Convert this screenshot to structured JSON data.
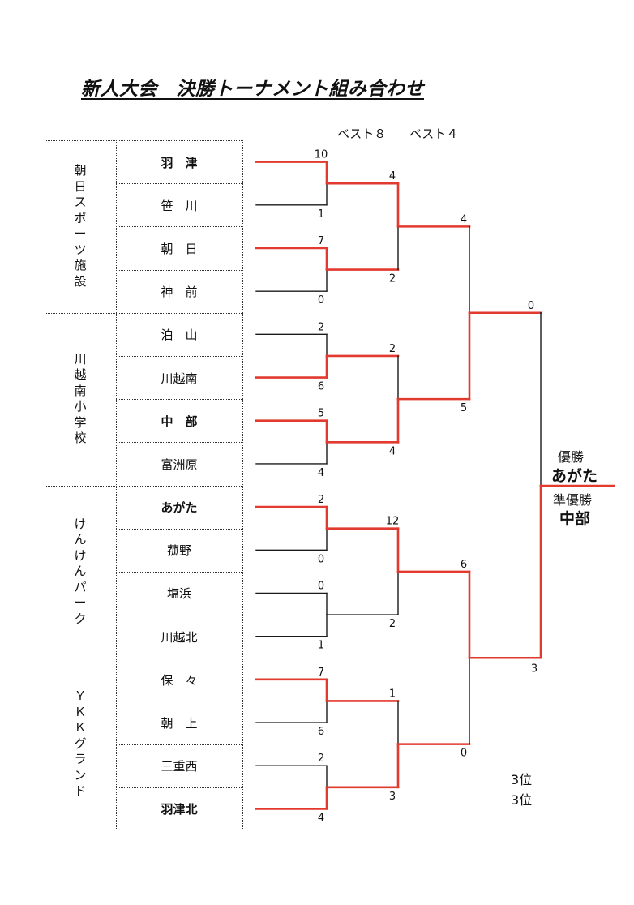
{
  "title": "新人大会　決勝トーナメント組み合わせ",
  "round_headers": {
    "best8": "ベスト８",
    "best4": "ベスト４"
  },
  "venues": [
    {
      "name": "朝日スポーツ施設"
    },
    {
      "name": "川越南小学校"
    },
    {
      "name": "けんけんパーク"
    },
    {
      "name": "ＹＫＫグランド"
    }
  ],
  "teams": [
    {
      "name": "羽　津",
      "winner": true
    },
    {
      "name": "笹　川",
      "winner": false
    },
    {
      "name": "朝　日",
      "winner": false
    },
    {
      "name": "神　前",
      "winner": false
    },
    {
      "name": "泊　山",
      "winner": false
    },
    {
      "name": "川越南",
      "winner": false
    },
    {
      "name": "中　部",
      "winner": true
    },
    {
      "name": "富洲原",
      "winner": false
    },
    {
      "name": "あがた",
      "winner": true
    },
    {
      "name": "菰野",
      "winner": false
    },
    {
      "name": "塩浜",
      "winner": false
    },
    {
      "name": "川越北",
      "winner": false
    },
    {
      "name": "保　々",
      "winner": false
    },
    {
      "name": "朝　上",
      "winner": false
    },
    {
      "name": "三重西",
      "winner": false
    },
    {
      "name": "羽津北",
      "winner": true
    }
  ],
  "round1": [
    {
      "top_score": "10",
      "bottom_score": "1",
      "winner": "top"
    },
    {
      "top_score": "7",
      "bottom_score": "0",
      "winner": "top"
    },
    {
      "top_score": "2",
      "bottom_score": "6",
      "winner": "bottom"
    },
    {
      "top_score": "5",
      "bottom_score": "4",
      "winner": "top"
    },
    {
      "top_score": "2",
      "bottom_score": "0",
      "winner": "top"
    },
    {
      "top_score": "0",
      "bottom_score": "1",
      "winner": "none"
    },
    {
      "top_score": "7",
      "bottom_score": "6",
      "winner": "top"
    },
    {
      "top_score": "2",
      "bottom_score": "4",
      "winner": "bottom"
    }
  ],
  "quarterfinals": [
    {
      "top_score": "4",
      "bottom_score": "2",
      "winner": "top"
    },
    {
      "top_score": "2",
      "bottom_score": "4",
      "winner": "bottom"
    },
    {
      "top_score": "12",
      "bottom_score": "2",
      "winner": "top"
    },
    {
      "top_score": "1",
      "bottom_score": "3",
      "winner": "bottom"
    }
  ],
  "semifinals": [
    {
      "top_score": "4",
      "bottom_score": "5",
      "winner": "bottom"
    },
    {
      "top_score": "6",
      "bottom_score": "0",
      "winner": "top"
    }
  ],
  "final": {
    "top_score": "0",
    "bottom_score": "3",
    "winner": "bottom"
  },
  "results": {
    "champion_label": "優勝",
    "champion": "あがた",
    "runner_up_label": "準優勝",
    "runner_up": "中部",
    "third_1": "3位",
    "third_2": "3位"
  },
  "colors": {
    "win_line": "#e23a2e",
    "lose_line": "#1a1a1a",
    "text": "#111111"
  }
}
